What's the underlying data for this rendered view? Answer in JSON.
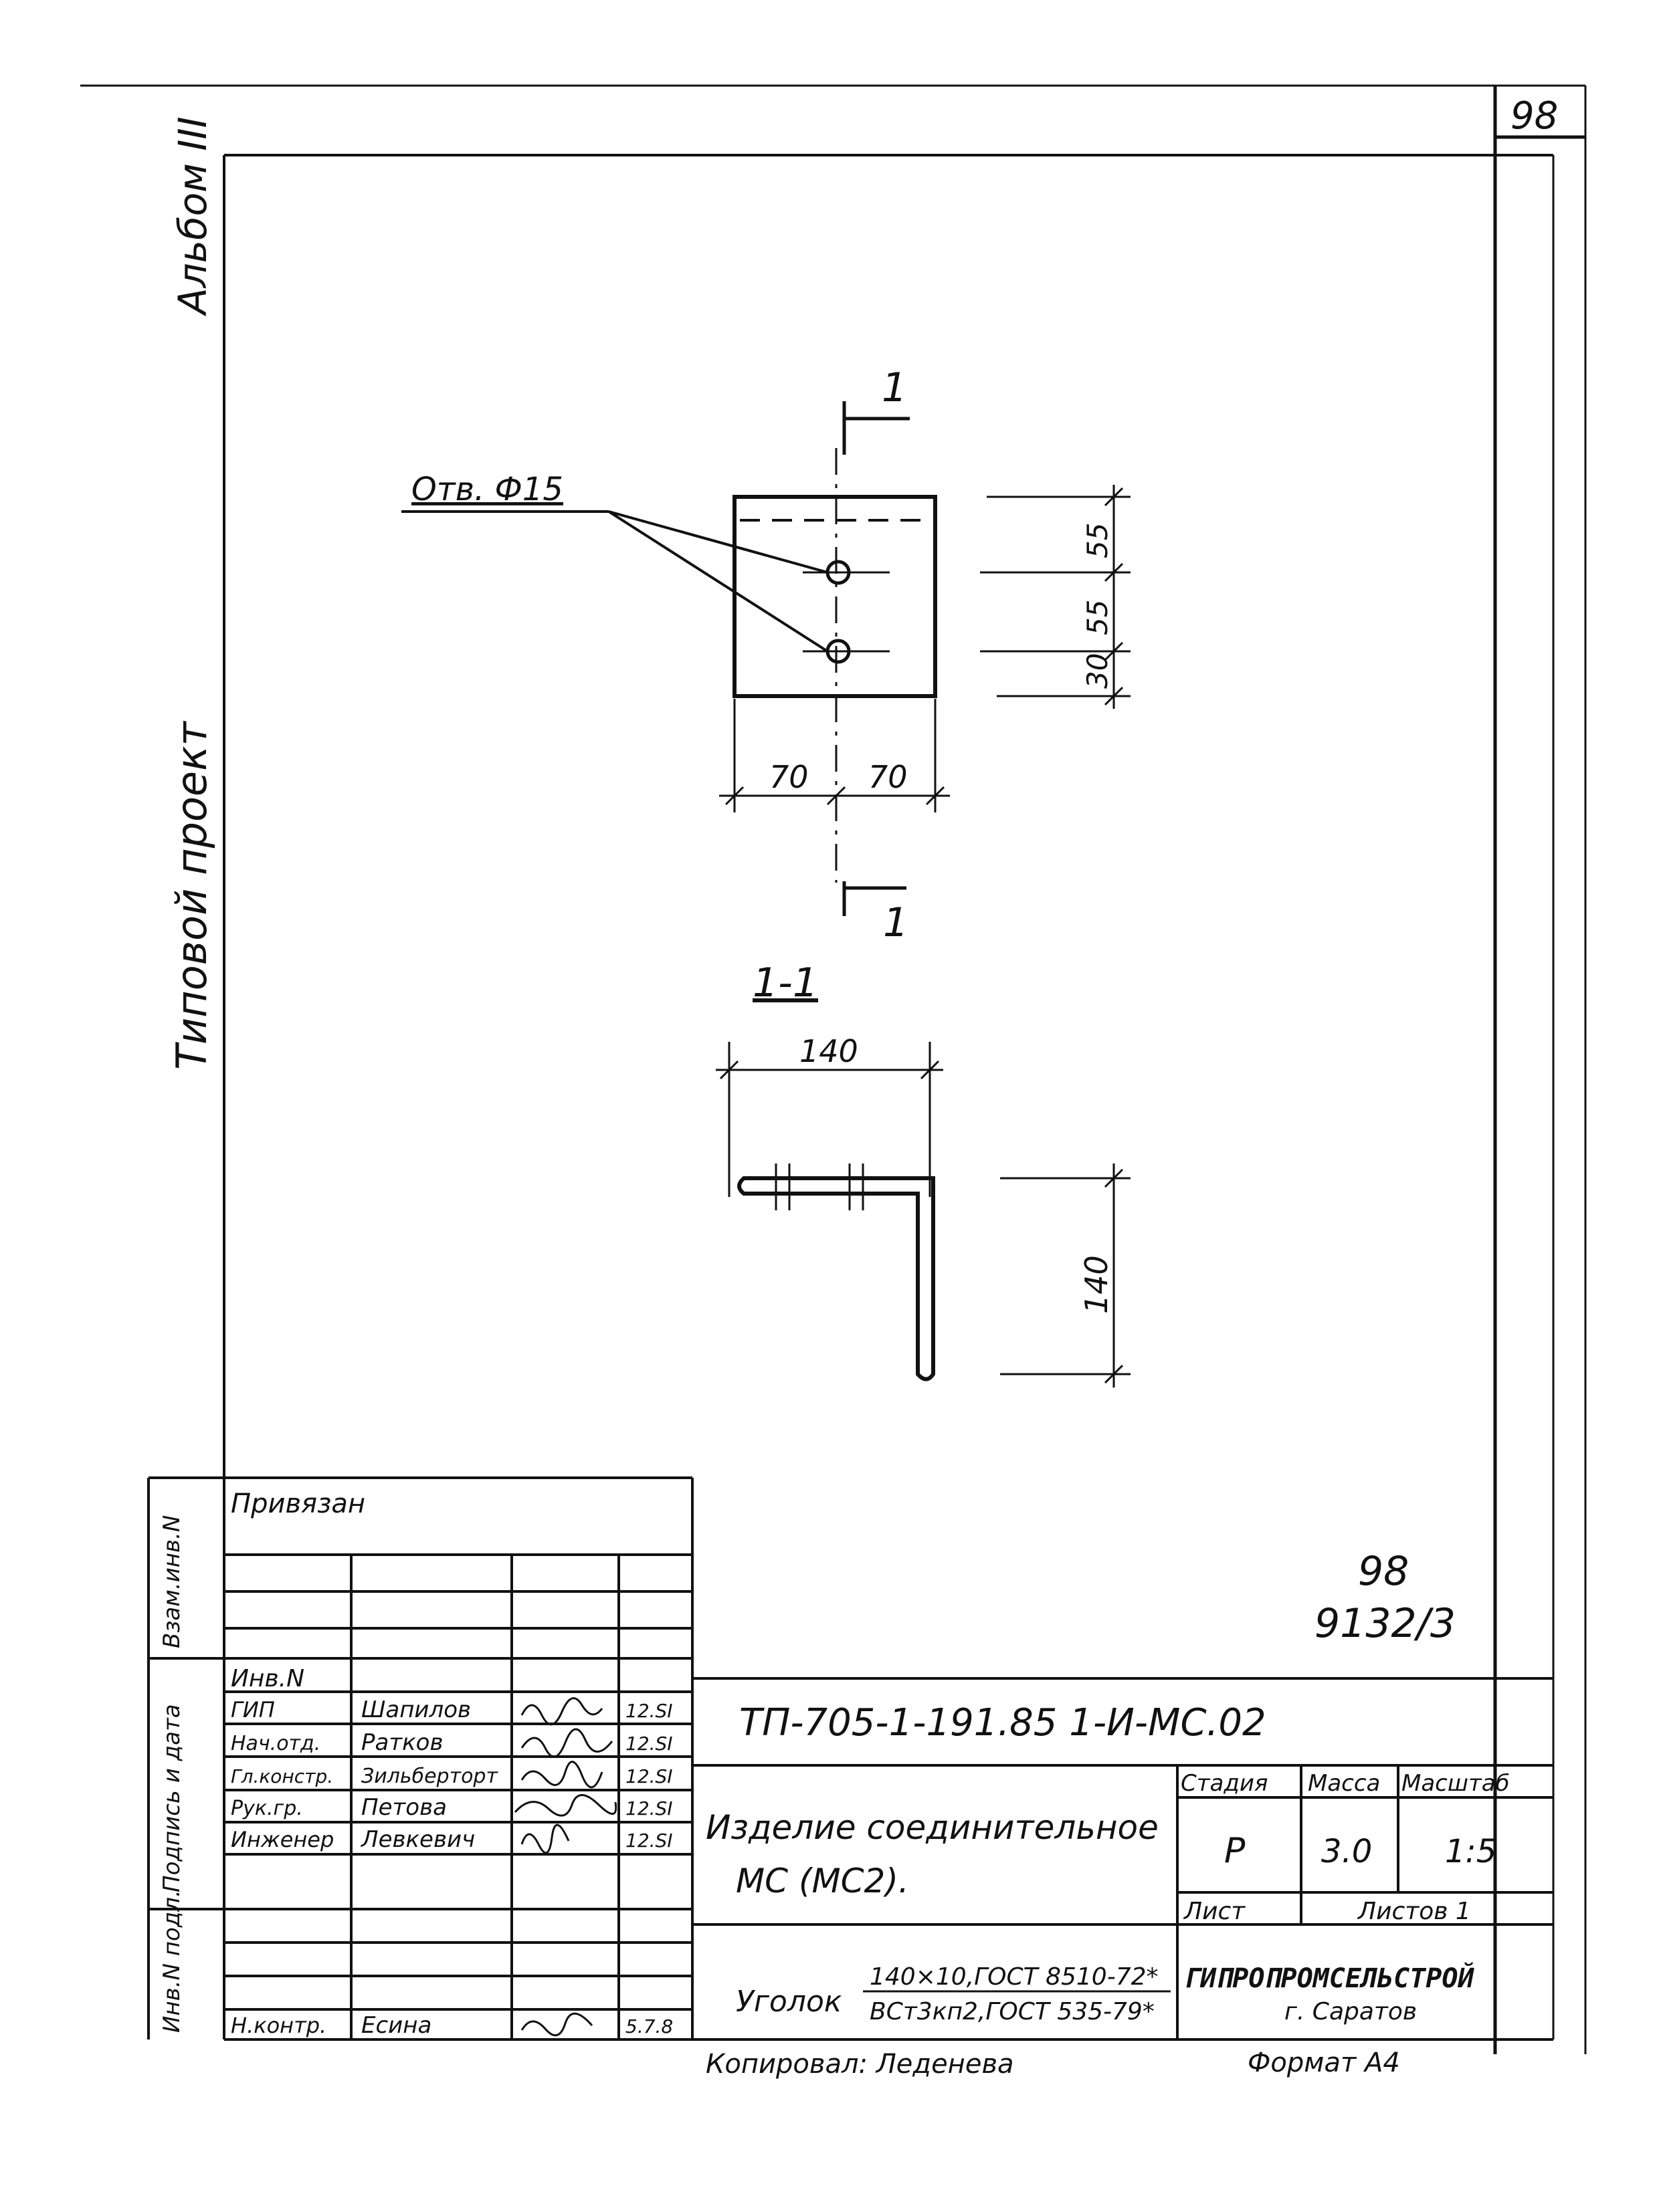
{
  "page_number": "98",
  "margin": {
    "album": "Альбом III",
    "project": "Типовой проект",
    "vzam": "Взам.инв.N",
    "podpis": "Подпись и дата",
    "inv_podl": "Инв.N подл."
  },
  "drawing": {
    "hole_callout": "Отв. Ф15",
    "section_mark_top": "1",
    "section_mark_bottom": "1",
    "section_title": "1-1",
    "dims": {
      "w_left": "70",
      "w_right": "70",
      "h_top": "55",
      "h_mid": "55",
      "h_bottom": "30",
      "sect_width": "140",
      "sect_height": "140"
    }
  },
  "sheet_ref": {
    "line1": "98",
    "line2": "9132/3"
  },
  "stamp": {
    "privyazan": "Привязан",
    "inv_n": "Инв.N",
    "rows": [
      {
        "role": "ГИП",
        "name": "Шапилов",
        "date": "12.SI"
      },
      {
        "role": "Нач.отд.",
        "name": "Ратков",
        "date": "12.SI"
      },
      {
        "role": "Гл.констр.",
        "name": "Зильберторт",
        "date": "12.SI"
      },
      {
        "role": "Рук.гр.",
        "name": "Петова",
        "date": "12.SI"
      },
      {
        "role": "Инженер",
        "name": "Левкевич",
        "date": "12.SI"
      }
    ],
    "n_kontr_role": "Н.контр.",
    "n_kontr_name": "Есина",
    "n_kontr_date": "5.7.8",
    "doc_code": "ТП-705-1-191.85 1-И-МС.02",
    "title_line1": "Изделие соединительное",
    "title_line2": "МС (МС2).",
    "stadia_label": "Стадия",
    "massa_label": "Масса",
    "masshtab_label": "Масштаб",
    "stadia": "Р",
    "massa": "3.0",
    "masshtab": "1:5",
    "list_label": "Лист",
    "listov_label": "Листов 1",
    "material_label": "Уголок",
    "material_top": "140×10,ГОСТ 8510-72*",
    "material_bottom": "ВСт3кп2,ГОСТ 535-79*",
    "org": "ГИПРОПРОМСЕЛЬСТРОЙ",
    "city": "г. Саратов",
    "copied": "Копировал: Леденева",
    "format": "Формат А4"
  }
}
